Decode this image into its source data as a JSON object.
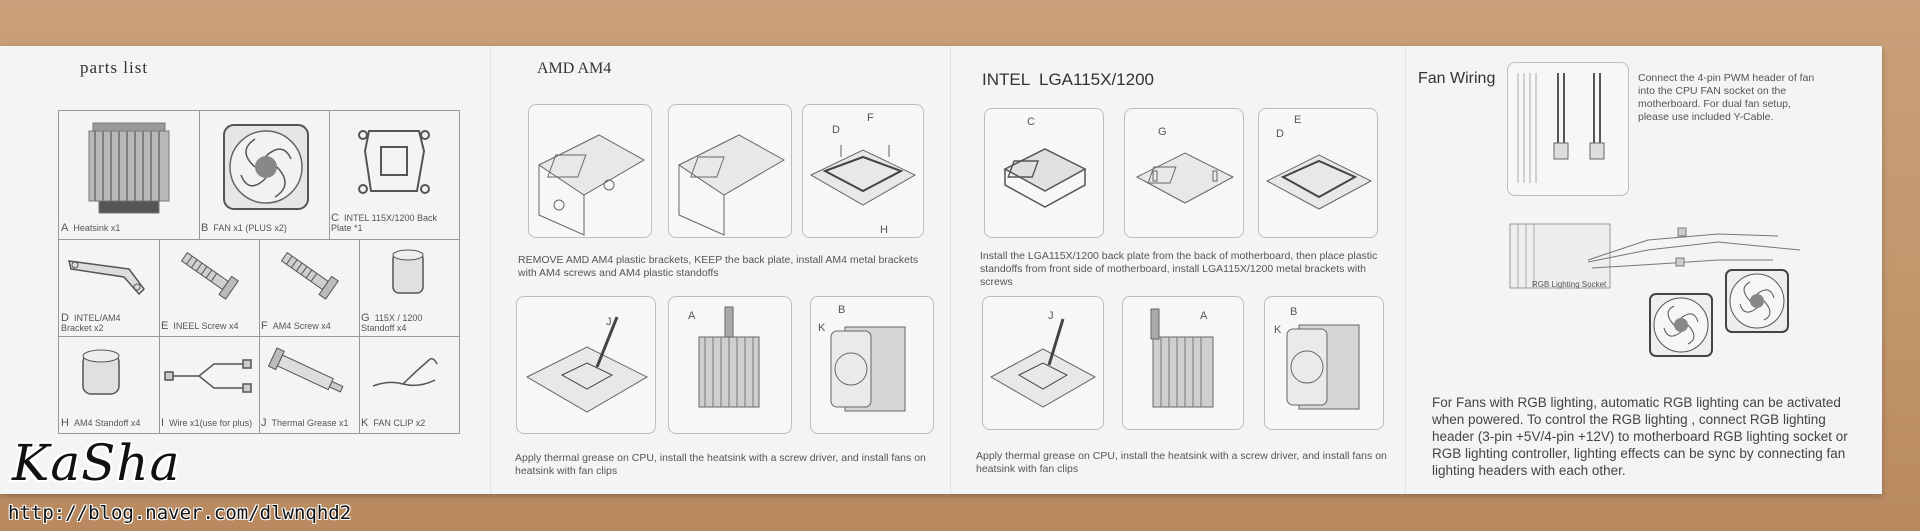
{
  "parts": {
    "title": "parts list",
    "items": [
      {
        "letter": "A",
        "label": "Heatsink x1",
        "icon": "heatsink-icon"
      },
      {
        "letter": "B",
        "label": "FAN x1 (PLUS x2)",
        "icon": "fan-icon"
      },
      {
        "letter": "C",
        "label": "INTEL 115X/1200 Back Plate *1",
        "icon": "backplate-icon"
      },
      {
        "letter": "D",
        "label": "INTEL/AM4 Bracket x2",
        "icon": "bracket-icon"
      },
      {
        "letter": "E",
        "label": "INEEL Screw x4",
        "icon": "screw-icon"
      },
      {
        "letter": "F",
        "label": "AM4 Screw x4",
        "icon": "screw-icon"
      },
      {
        "letter": "G",
        "label": "115X / 1200 Standoff x4",
        "icon": "standoff-icon"
      },
      {
        "letter": "H",
        "label": "AM4 Standoff x4",
        "icon": "standoff-icon"
      },
      {
        "letter": "I",
        "label": "Wire x1(use for plus)",
        "icon": "wire-icon"
      },
      {
        "letter": "J",
        "label": "Thermal Grease x1",
        "icon": "grease-syringe-icon"
      },
      {
        "letter": "K",
        "label": "FAN CLIP x2",
        "icon": "fan-clip-icon"
      }
    ]
  },
  "amd": {
    "title": "AMD AM4",
    "step1_caption": "REMOVE AMD AM4 plastic brackets, KEEP the back plate, install AM4 metal brackets with AM4 screws and AM4 plastic standoffs",
    "step2_caption": "Apply thermal grease on CPU, install the heatsink with a screw driver, and install fans on heatsink with fan clips",
    "letters": {
      "d": "D",
      "f": "F",
      "h": "H",
      "j": "J",
      "a": "A",
      "k": "K",
      "b": "B"
    }
  },
  "intel": {
    "title": "INTEL  LGA115X/1200",
    "step1_caption": "Install the LGA115X/1200 back plate from the back of motherboard, then place plastic standoffs from front side of motherboard, install LGA115X/1200 metal brackets with screws",
    "step2_caption": "Apply thermal grease on CPU, install the heatsink with a screw driver, and install fans on heatsink with fan clips",
    "letters": {
      "c": "C",
      "g": "G",
      "d": "D",
      "e": "E",
      "j": "J",
      "a": "A",
      "b": "B",
      "k": "K"
    }
  },
  "wiring": {
    "title": "Fan Wiring",
    "pwm_note": "Connect the 4-pin PWM header of fan into the CPU FAN socket on the motherboard. For dual fan setup, please use included Y-Cable.",
    "socket_label": "RGB Lighting Socket",
    "rgb_note": "For Fans with RGB lighting, automatic RGB lighting can be activated when powered. To control the RGB lighting , connect RGB lighting header (3-pin +5V/4-pin +12V) to motherboard RGB lighting socket or RGB lighting controller, lighting effects can be sync by connecting fan lighting headers with each other."
  },
  "watermark": {
    "signature": "KaSha",
    "url": "http://blog.naver.com/dlwnqhd2"
  }
}
